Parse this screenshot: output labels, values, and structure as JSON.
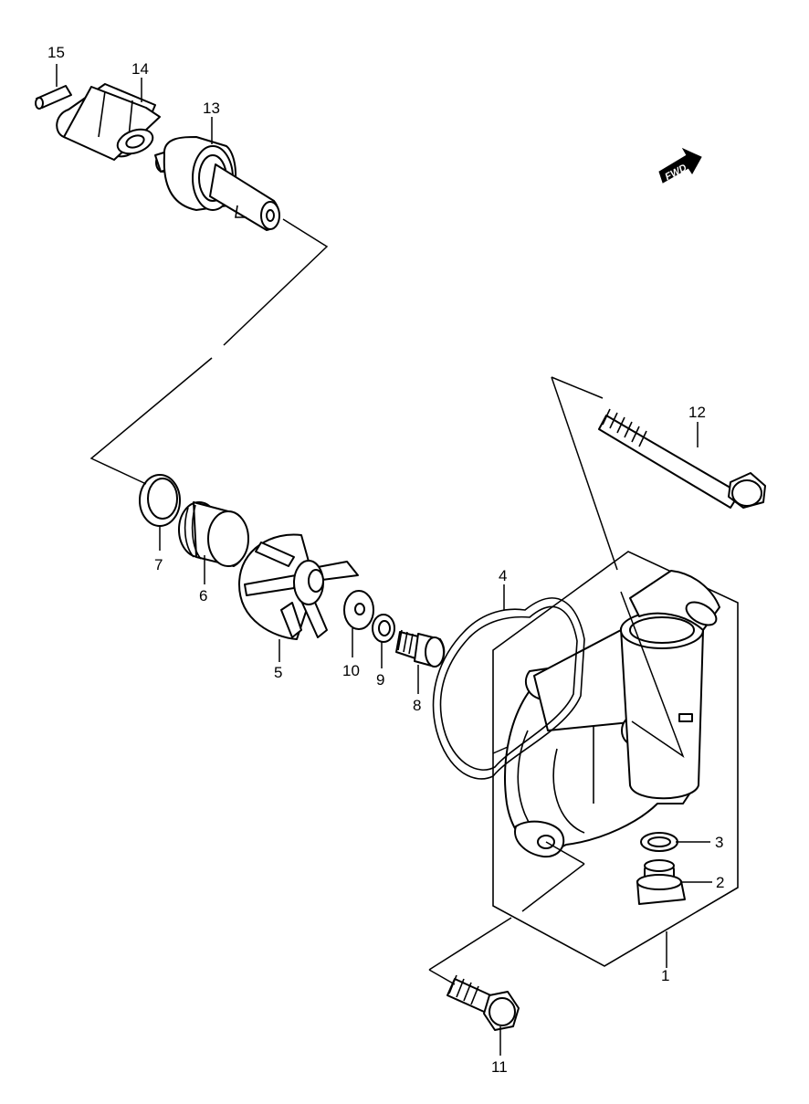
{
  "diagram": {
    "fwd_badge": {
      "label": "FWD"
    },
    "callouts": [
      {
        "id": "1",
        "label": "1"
      },
      {
        "id": "2",
        "label": "2"
      },
      {
        "id": "3",
        "label": "3"
      },
      {
        "id": "4",
        "label": "4"
      },
      {
        "id": "5",
        "label": "5"
      },
      {
        "id": "6",
        "label": "6"
      },
      {
        "id": "7",
        "label": "7"
      },
      {
        "id": "8",
        "label": "8"
      },
      {
        "id": "9",
        "label": "9"
      },
      {
        "id": "10",
        "label": "10"
      },
      {
        "id": "11",
        "label": "11"
      },
      {
        "id": "12",
        "label": "12"
      },
      {
        "id": "13",
        "label": "13"
      },
      {
        "id": "14",
        "label": "14"
      },
      {
        "id": "15",
        "label": "15"
      }
    ]
  }
}
